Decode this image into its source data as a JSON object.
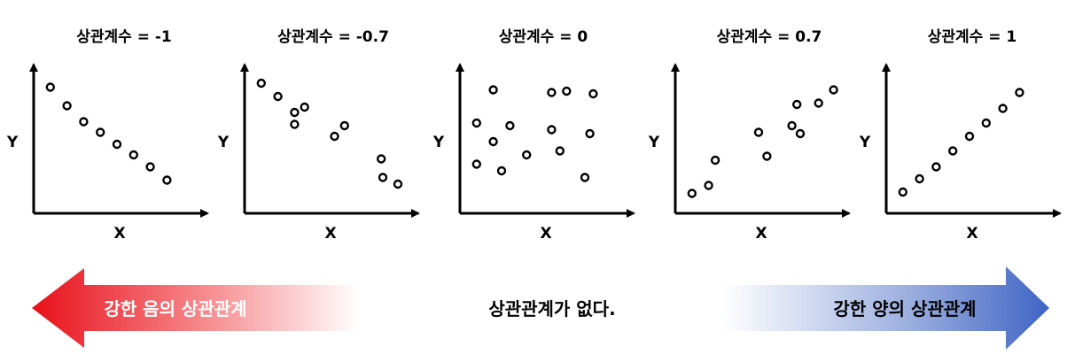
{
  "chart_data": [
    {
      "type": "scatter",
      "title": "상관계수 = -1",
      "xlabel": "X",
      "ylabel": "Y",
      "points": [
        [
          1,
          9.5
        ],
        [
          2,
          8.1
        ],
        [
          3,
          6.9
        ],
        [
          4,
          6.1
        ],
        [
          5,
          5.2
        ],
        [
          6,
          4.4
        ],
        [
          7,
          3.5
        ],
        [
          8,
          2.5
        ]
      ]
    },
    {
      "type": "scatter",
      "title": "상관계수 = -0.7",
      "xlabel": "X",
      "ylabel": "Y",
      "points": [
        [
          1,
          9.8
        ],
        [
          2,
          8.8
        ],
        [
          3,
          7.6
        ],
        [
          3.6,
          8.0
        ],
        [
          3,
          6.7
        ],
        [
          5.4,
          5.8
        ],
        [
          6,
          6.6
        ],
        [
          8.2,
          4.1
        ],
        [
          8.3,
          2.7
        ],
        [
          9.2,
          2.2
        ]
      ]
    },
    {
      "type": "scatter",
      "title": "상관계수 = 0",
      "xlabel": "X",
      "ylabel": "Y",
      "points": [
        [
          2,
          9.3
        ],
        [
          5.5,
          9.1
        ],
        [
          6.4,
          9.2
        ],
        [
          8,
          9.0
        ],
        [
          1,
          6.8
        ],
        [
          3,
          6.6
        ],
        [
          5.5,
          6.3
        ],
        [
          7.8,
          6.0
        ],
        [
          2,
          5.4
        ],
        [
          4,
          4.4
        ],
        [
          6,
          4.7
        ],
        [
          1,
          3.7
        ],
        [
          2.5,
          3.2
        ],
        [
          7.5,
          2.7
        ]
      ]
    },
    {
      "type": "scatter",
      "title": "상관계수 = 0.7",
      "xlabel": "X",
      "ylabel": "Y",
      "points": [
        [
          1,
          1.5
        ],
        [
          2,
          2.1
        ],
        [
          2.4,
          4.0
        ],
        [
          5,
          6.1
        ],
        [
          5.5,
          4.3
        ],
        [
          7,
          6.6
        ],
        [
          7.5,
          6.0
        ],
        [
          7.3,
          8.2
        ],
        [
          8.6,
          8.3
        ],
        [
          9.5,
          9.3
        ]
      ]
    },
    {
      "type": "scatter",
      "title": "상관계수 = 1",
      "xlabel": "X",
      "ylabel": "Y",
      "points": [
        [
          1,
          1.6
        ],
        [
          2,
          2.6
        ],
        [
          3,
          3.5
        ],
        [
          4,
          4.7
        ],
        [
          5,
          5.8
        ],
        [
          6,
          6.8
        ],
        [
          7,
          7.9
        ],
        [
          8,
          9.1
        ]
      ]
    }
  ],
  "banners": {
    "negative_label": "강한 음의 상관관계",
    "none_label": "상관관계가 없다.",
    "positive_label": "강한 양의 상관관계",
    "negative_color": "#e8101a",
    "positive_color": "#3f64c4"
  }
}
